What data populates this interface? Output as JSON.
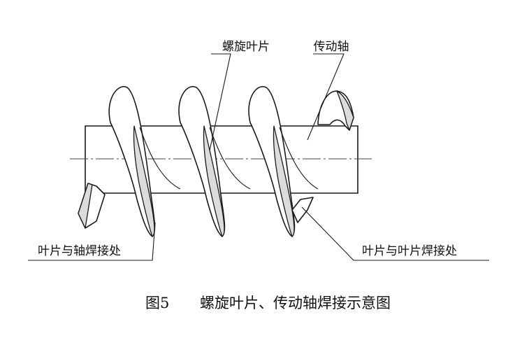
{
  "labels": {
    "spiral_blade": "螺旋叶片",
    "drive_shaft": "传动轴",
    "blade_shaft_weld": "叶片与轴焊接处",
    "blade_blade_weld": "叶片与叶片焊接处"
  },
  "caption": {
    "number": "图5",
    "title": "螺旋叶片、传动轴焊接示意图"
  }
}
